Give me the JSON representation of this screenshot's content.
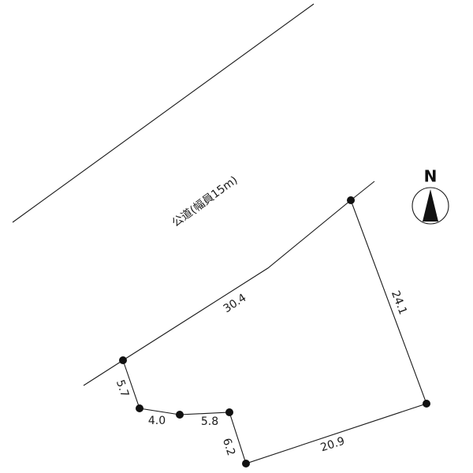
{
  "road": {
    "label": "公道(幅員15m)"
  },
  "dimensions": {
    "top_edge": "30.4",
    "right_edge": "24.1",
    "bottom_edge": "20.9",
    "left_a": "5.7",
    "left_b": "4.0",
    "left_c": "5.8",
    "left_d": "6.2"
  },
  "compass": {
    "letter": "N",
    "icon": "north-arrow-icon"
  },
  "colors": {
    "ink": "#111111",
    "background": "#ffffff"
  }
}
